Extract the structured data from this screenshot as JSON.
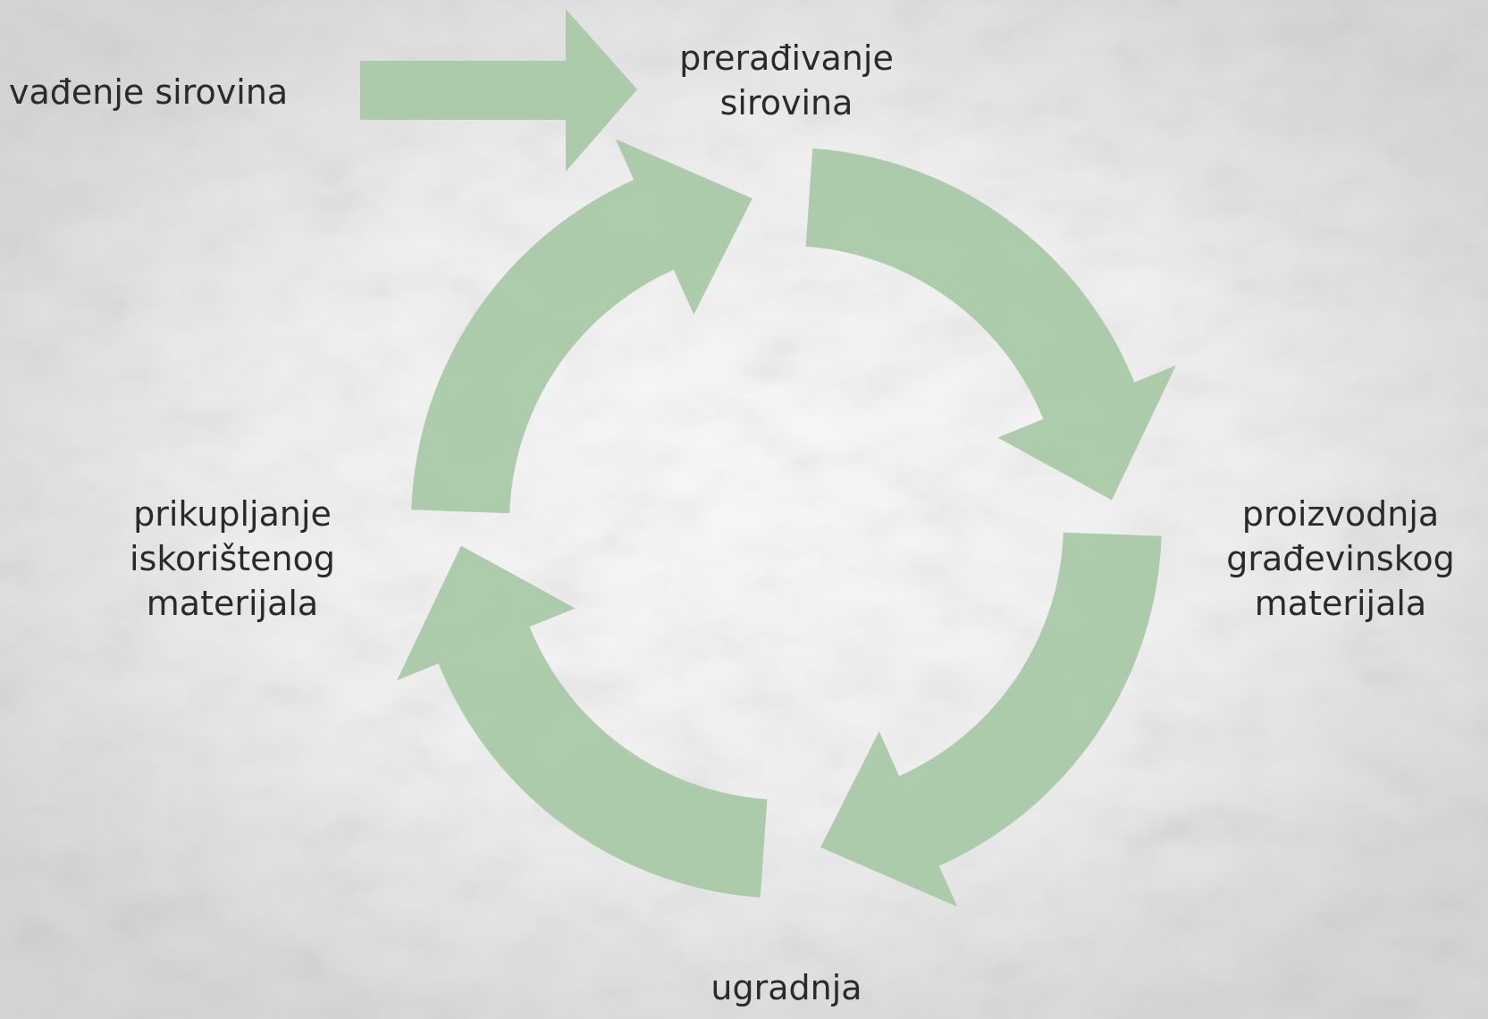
{
  "colors": {
    "background": "#ededed",
    "arrow": "#a8c9a6",
    "text": "#2a2a2a"
  },
  "diagram": {
    "type": "cycle",
    "entry": {
      "label_lines": [
        "vađenje sirovina"
      ]
    },
    "stages": [
      {
        "id": "processing",
        "label_lines": [
          "prerađivanje",
          "sirovina"
        ]
      },
      {
        "id": "production",
        "label_lines": [
          "proizvodnja",
          "građevinskog",
          "materijala"
        ]
      },
      {
        "id": "installation",
        "label_lines": [
          "ugradnja"
        ]
      },
      {
        "id": "collection",
        "label_lines": [
          "prikupljanje",
          "iskorištenog",
          "materijala"
        ]
      }
    ]
  }
}
